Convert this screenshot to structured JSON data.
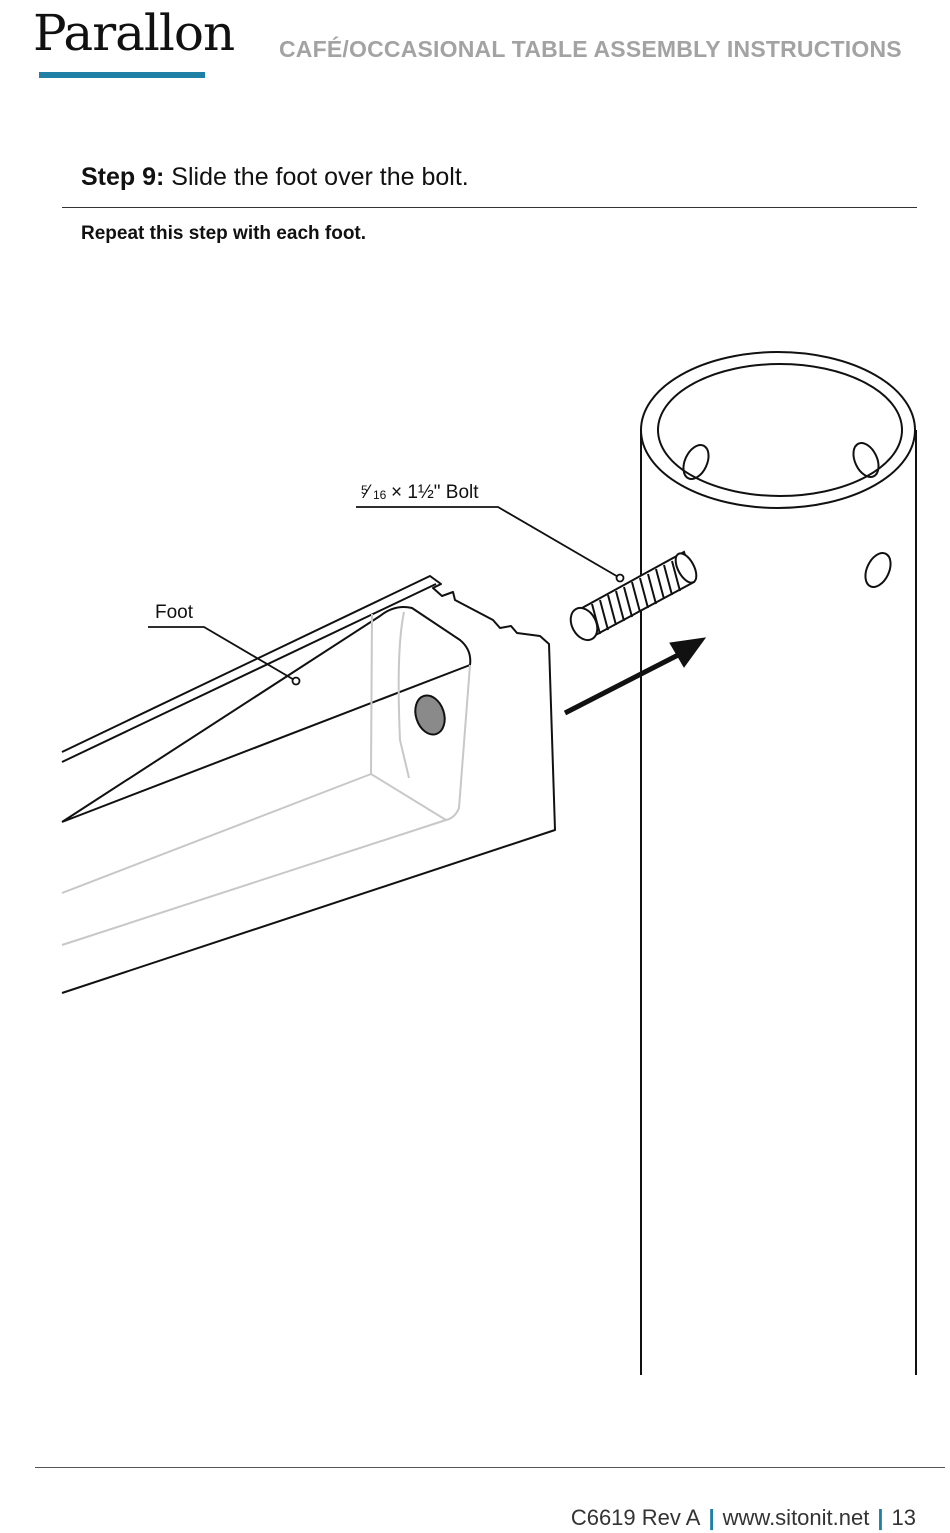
{
  "header": {
    "brand": "Parallon",
    "title": "CAFÉ/OCCASIONAL TABLE ASSEMBLY INSTRUCTIONS",
    "accent_color": "#1f7fa5"
  },
  "step": {
    "label": "Step 9:",
    "text": " Slide the foot over the bolt.",
    "note": "Repeat this step with each foot."
  },
  "illustration": {
    "callouts": {
      "bolt_fraction_num": "5",
      "bolt_fraction_den": "16",
      "bolt_rest": "× 1½\" Bolt",
      "foot": "Foot"
    }
  },
  "footer": {
    "doc_code": "C6619 Rev A",
    "website": "www.sitonit.net",
    "page_number": "13",
    "separator_color": "#1f7fa5"
  }
}
